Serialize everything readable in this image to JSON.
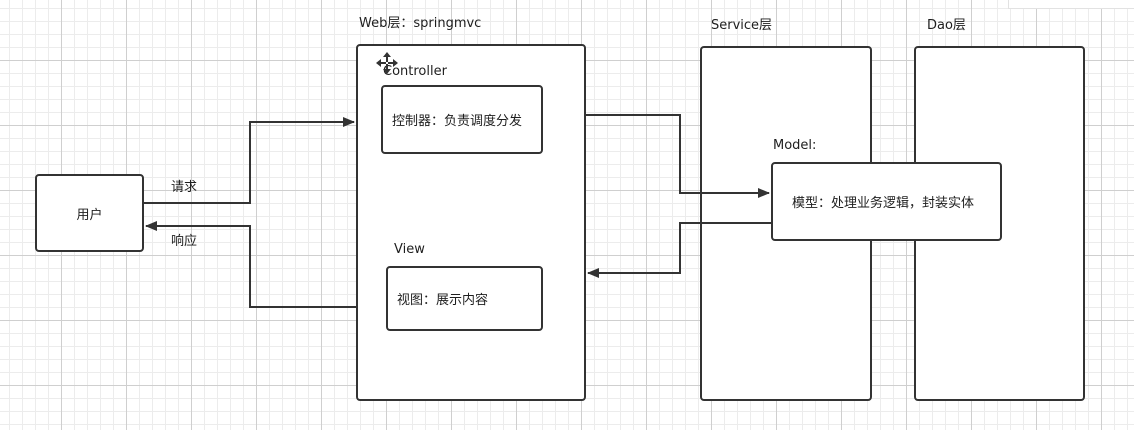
{
  "diagram": {
    "layers": {
      "web_title": "Web层：springmvc",
      "service_title": "Service层",
      "dao_title": "Dao层"
    },
    "user": {
      "label": "用户"
    },
    "edges": {
      "request": "请求",
      "response": "响应"
    },
    "controller": {
      "title": "Controller",
      "box_text": "控制器：负责调度分发"
    },
    "view": {
      "title": "View",
      "box_text": "视图：展示内容"
    },
    "model": {
      "title": "Model:",
      "box_text": "模型：处理业务逻辑，封装实体"
    }
  },
  "icons": {
    "cursor": "move-cursor-icon"
  },
  "colors": {
    "stroke": "#333333",
    "grid": "#cfcfcf",
    "text": "#1e1e1e"
  }
}
